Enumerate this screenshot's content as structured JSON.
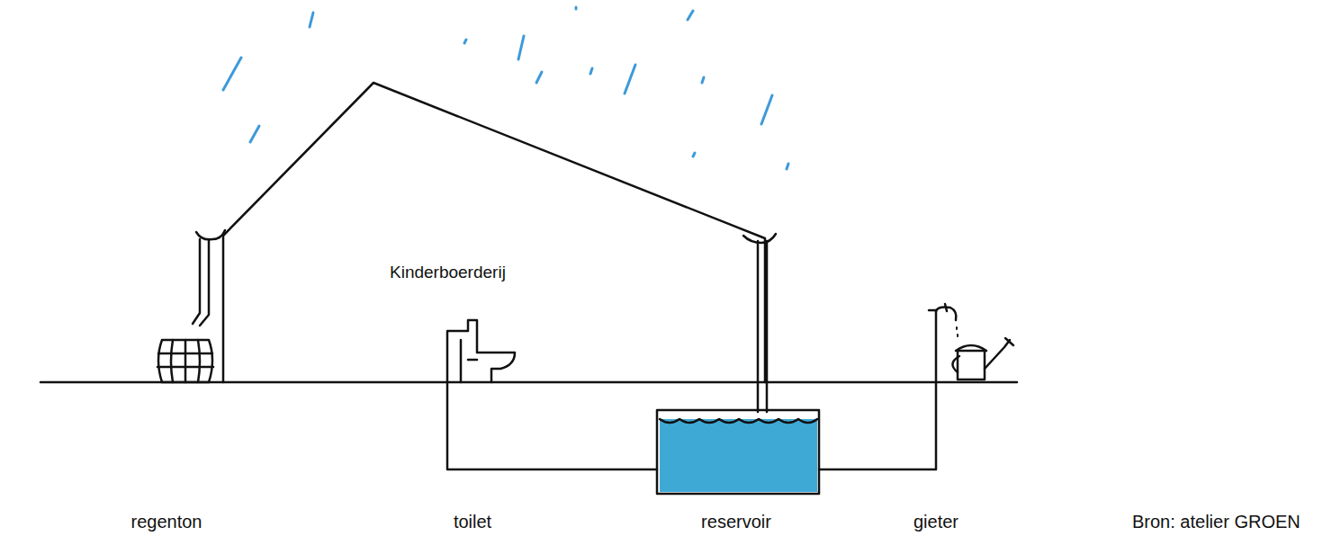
{
  "diagram": {
    "nodes": [
      {
        "text": [
          "Kinderboerderij"
        ]
      }
    ],
    "labels": [
      "regenton",
      "toilet",
      "reservoir",
      "gieter",
      "Bron: atelier GROEN"
    ]
  }
}
